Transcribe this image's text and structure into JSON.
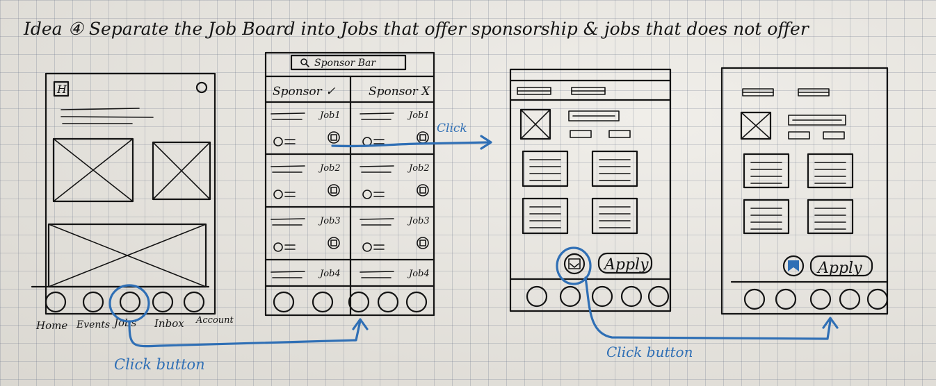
{
  "title": "Idea ④ Separate the Job Board into Jobs that offer sponsorship & jobs that does not offer",
  "screen1": {
    "logo": "H",
    "nav_labels": [
      "Home",
      "Events",
      "Jobs",
      "Inbox",
      "Account"
    ]
  },
  "screen2": {
    "search_label": "Sponsor Bar",
    "tab_left": "Sponsor ✓",
    "tab_right": "Sponsor X",
    "jobs_left": [
      "Job1",
      "Job2",
      "Job3",
      "Job4"
    ],
    "jobs_right": [
      "Job1",
      "Job2",
      "Job3",
      "Job4"
    ]
  },
  "screen3": {
    "apply_label": "Apply"
  },
  "screen4": {
    "apply_label": "Apply"
  },
  "annotations": {
    "click": "Click",
    "click_button_1": "Click button",
    "click_button_2": "Click button"
  },
  "colors": {
    "ink": "#141414",
    "blue_marker": "#2f6fb5",
    "paper": "#e8e5de"
  }
}
